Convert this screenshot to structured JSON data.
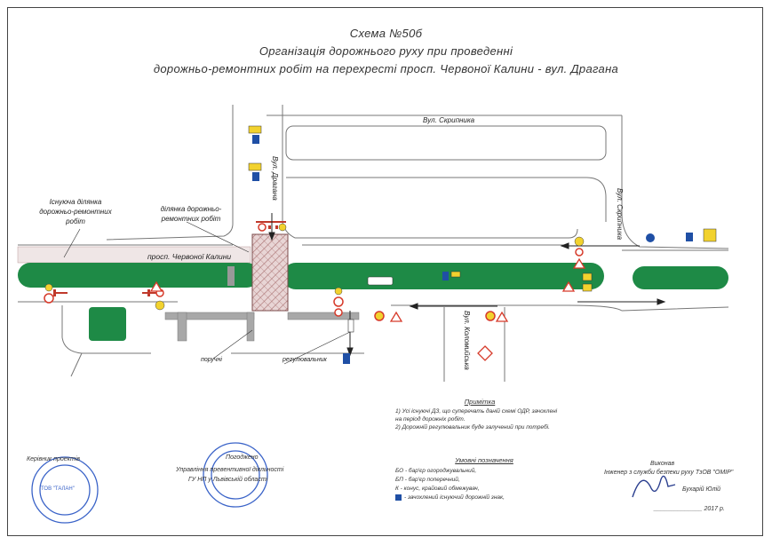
{
  "title": {
    "line1": "Схема №50б",
    "line2": "Організація дорожнього руху при проведенні",
    "line3": "дорожньо-ремонтних робіт на перехресті  просп. Червоної Калини - вул. Драгана"
  },
  "streets": {
    "skrypnyka_top": "Вул. Скрипника",
    "drahana": "Вул. Драгана",
    "skrypnyka_right": "Вул. Скрипника",
    "kalyny": "просп. Червоної Калини",
    "kolomyiska": "Вул. Коломийська"
  },
  "labels": {
    "existing_section": "Існуюча ділянка дорожньо-ремонтних робіт",
    "section": "ділянка дорожньо-ремонтних робіт",
    "barrier": "поручні",
    "regulator": "регулювальник"
  },
  "notes": {
    "header": "Примітка",
    "item1": "1) Усі існуючі ДЗ, що суперечать даній схемі ОДР, зачохлені на період дорожніх робіт.",
    "item2": "2) Дорожній регулювальник буде залучений при потребі."
  },
  "legend": {
    "header": "Умовні позначення",
    "item1": "БО - бар'єр огороджувальний,",
    "item2": "БП - бар'єр поперечний,",
    "item3": "К - конус, крайовий обмежувач,",
    "item4": "- зачохлений існуючий дорожній знак,"
  },
  "signatures": {
    "left_role": "Керівник проектів",
    "left_stamp": "ТОВ \"ТАЛАН\"",
    "middle_role": "Погоджено",
    "middle_dept1": "Управління превентивної діяльності",
    "middle_dept2": "ГУ НП у Львівській області",
    "right_role": "Виконав",
    "right_position": "Інженер з служби безпеки руху ТзОВ \"ОМІР\"",
    "right_name": "Бухарій Юлій",
    "right_date": "______________ 2017 р."
  },
  "colors": {
    "median": "#1e8a46",
    "sign_blue": "#1f4fa5",
    "sign_yellow": "#f2d22e",
    "sign_red": "#d63a2a",
    "stamp_blue": "#3a63c8",
    "worksite": "#c9a0a0"
  }
}
